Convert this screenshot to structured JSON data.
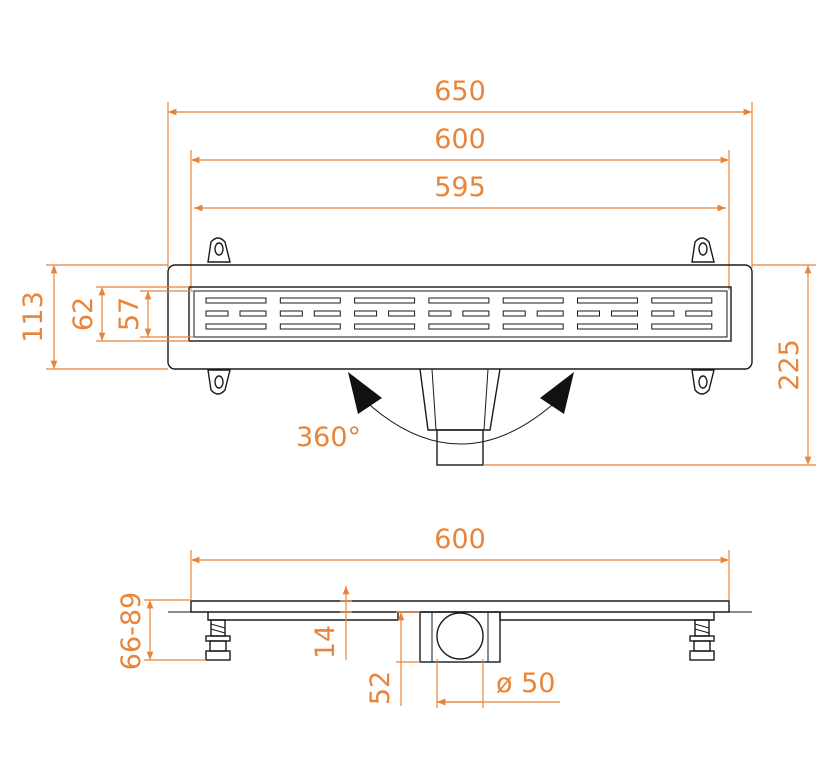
{
  "colors": {
    "dimension": "#E8853A",
    "outline": "#1a1a1a"
  },
  "top_view": {
    "dim_overall_length": "650",
    "dim_grate_length": "600",
    "dim_inner_length": "595",
    "dim_overall_width": "113",
    "dim_grate_width": "62",
    "dim_slot_width": "57",
    "dim_total_height": "225",
    "rotation_label": "360°"
  },
  "side_view": {
    "dim_length": "600",
    "dim_height_range": "66-89",
    "dim_grate_depth": "14",
    "dim_outlet_height": "52",
    "dim_outlet_diameter": "ø 50"
  }
}
